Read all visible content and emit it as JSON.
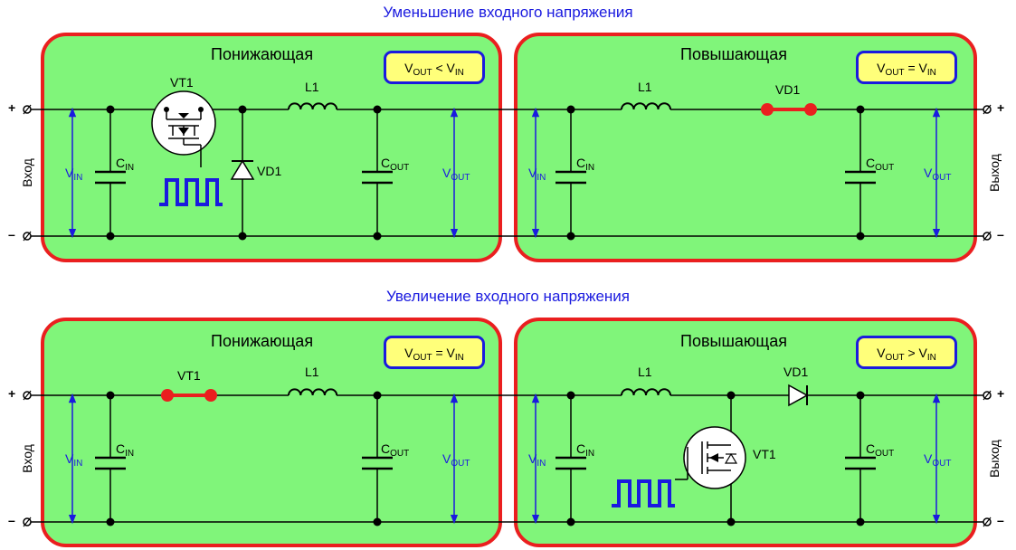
{
  "sections": [
    {
      "title": "Уменьшение входного напряжения"
    },
    {
      "title": "Увеличение входного напряжения"
    }
  ],
  "panels": [
    {
      "title": "Понижающая",
      "badge": {
        "left": "V",
        "left_sub": "OUT",
        "op": " < ",
        "right": "V",
        "right_sub": "IN"
      }
    },
    {
      "title": "Повышающая",
      "badge": {
        "left": "V",
        "left_sub": "OUT",
        "op": " = ",
        "right": "V",
        "right_sub": "IN"
      }
    },
    {
      "title": "Понижающая",
      "badge": {
        "left": "V",
        "left_sub": "OUT",
        "op": " = ",
        "right": "V",
        "right_sub": "IN"
      }
    },
    {
      "title": "Повышающая",
      "badge": {
        "left": "V",
        "left_sub": "OUT",
        "op": " > ",
        "right": "V",
        "right_sub": "IN"
      }
    }
  ],
  "components": {
    "vt1": "VT1",
    "vd1": "VD1",
    "l1": "L1",
    "c": "C",
    "in_sub": "IN",
    "out_sub": "OUT",
    "v": "V"
  },
  "terminals": {
    "plus": "+",
    "minus": "–"
  },
  "side_labels": {
    "input": "Вход",
    "output": "Выход"
  },
  "colors": {
    "panel_fill": "#80f57a",
    "panel_border": "#ea1f1f",
    "badge_fill": "#ffff7a",
    "badge_border": "#1a1adf",
    "accent_blue": "#1a1adf",
    "short_red": "#ea1f1f"
  }
}
